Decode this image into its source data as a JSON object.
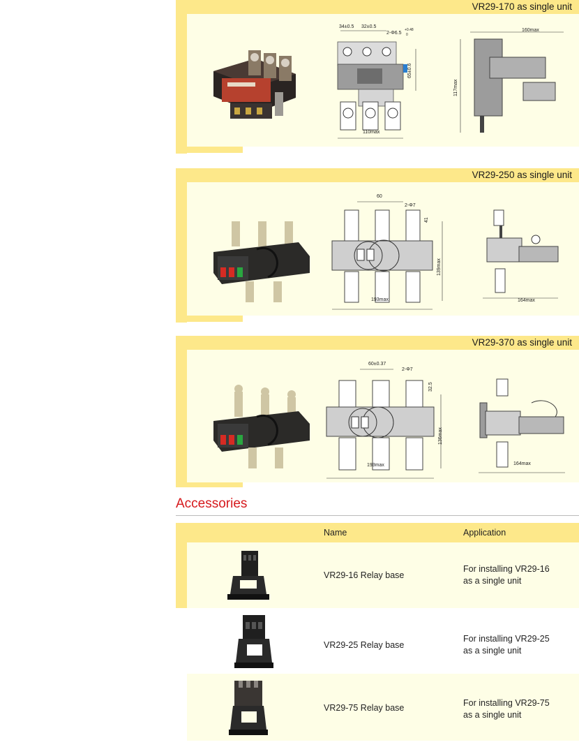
{
  "sections": [
    {
      "title": "VR29-170 as single unit",
      "front_dims": {
        "d1": "34±0.5",
        "d2": "32±0.5",
        "d3": "2-Φ6.5",
        "tol_top": "+0.48",
        "tol_bot": "0",
        "height": "65±0.6",
        "width": "110max"
      },
      "side_dims": {
        "width": "160max",
        "height": "117max"
      }
    },
    {
      "title": "VR29-250 as single unit",
      "front_dims": {
        "d1": "60",
        "d2": "2-Φ7",
        "d3": "41",
        "height": "139max",
        "width": "193max"
      },
      "side_dims": {
        "width": "164max"
      }
    },
    {
      "title": "VR29-370 as single unit",
      "front_dims": {
        "d1": "60±0.37",
        "d2": "2-Φ7",
        "d3": "32.5",
        "height": "136max",
        "width": "193max"
      },
      "side_dims": {
        "width": "164max"
      }
    }
  ],
  "accessories": {
    "title": "Accessories",
    "columns": {
      "name": "Name",
      "application": "Application"
    },
    "rows": [
      {
        "name": "VR29-16 Relay base",
        "application": " For installing VR29-16\nas a single unit"
      },
      {
        "name": "VR29-25 Relay base",
        "application": "For installing VR29-25\nas a single unit"
      },
      {
        "name": "VR29-75 Relay base",
        "application": "For installing VR29-75\nas a single unit"
      }
    ]
  },
  "colors": {
    "panel_band": "#fde88a",
    "panel_body": "#fefee6",
    "accent_red": "#d6191c"
  }
}
